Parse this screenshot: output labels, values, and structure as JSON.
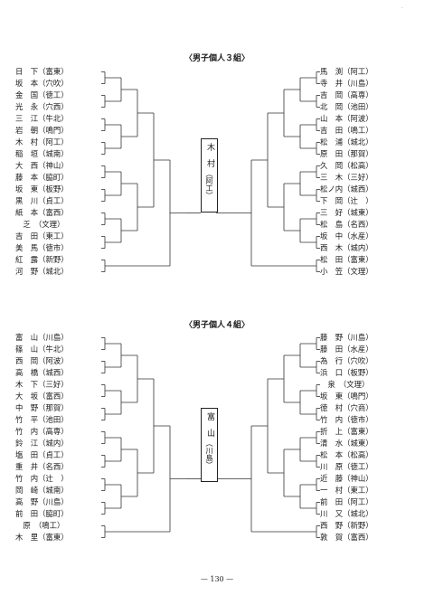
{
  "page_mark": ".",
  "page_number": "— 130 —",
  "blocks": [
    {
      "title": "〈男子個人３組〉",
      "winner_name": "木　村",
      "winner_school": "（阿工）",
      "left": [
        "日　下（富東）",
        "坂　本（穴吹）",
        "金　国（徳工）",
        "光　永（穴西）",
        "三　江（牛北）",
        "岩　朝（鳴門）",
        "木　村（阿工）",
        "稲　垣（城南）",
        "大　西（神山）",
        "藤　本（脇町）",
        "坂　東（板野）",
        "黒　川（貞工）",
        "紙　本（富西）",
        "　乏　（文理）",
        "吉　田（東工）",
        "美　馬（徳市）",
        "紅　露（新野）",
        "河　野（城北）"
      ],
      "right": [
        "馬　渕（阿工）",
        "寺　井（川島）",
        "吉　岡（高専）",
        "北　岡（池田）",
        "山　本（阿波）",
        "吉　田（鳴工）",
        "松　浦（城北）",
        "原　田（那賀）",
        "久　岡（松高）",
        "三　木（三好）",
        "松ノ内（城西）",
        "下　岡（辻　）",
        "三　好（城東）",
        "松　島（名西）",
        "坂　中（水産）",
        "西　木（城内）",
        "松　田（富東）",
        "小　笠（文理）"
      ]
    },
    {
      "title": "〈男子個人４組〉",
      "winner_name": "富　山",
      "winner_school": "（川島）",
      "left": [
        "富　山（川島）",
        "篠　山（牛北）",
        "西　岡（阿波）",
        "高　橋（城西）",
        "木　下（三好）",
        "大　坂（富西）",
        "中　野（那賀）",
        "竹　平（池田）",
        "竹　内（高専）",
        "鈴　江（城内）",
        "塩　田（貞工）",
        "重　井（名西）",
        "竹　内（辻　）",
        "岡　崎（城南）",
        "高　野（川島）",
        "前　田（脇町）",
        "　原　（鳴工）",
        "木　里（富東）"
      ],
      "right": [
        "藤　野（川島）",
        "藤　田（水産）",
        "為　行（穴吹）",
        "浜　口（板野）",
        "　泉　（文理）",
        "坂　東（鳴門）",
        "徳　村（穴商）",
        "竹　内（徳市）",
        "折　上（富東）",
        "清　水（城東）",
        "松　本（松高）",
        "川　原（徳工）",
        "近　藤（神山）",
        "一　村（東工）",
        "前　田（阿工）",
        "川　又（城北）",
        "西　野（新野）",
        "敦　賀（富西）"
      ]
    }
  ]
}
